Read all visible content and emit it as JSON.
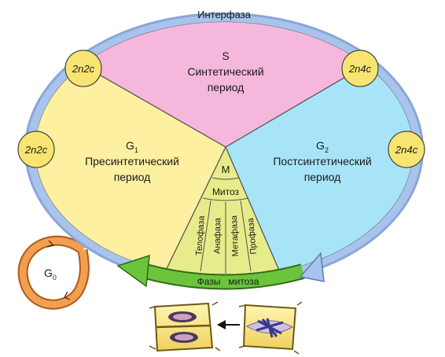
{
  "interphase_label": "Интерфаза",
  "s_phase": {
    "letter": "S",
    "line1": "Синтетический",
    "line2": "период"
  },
  "g1_phase": {
    "letter": "G",
    "sub": "1",
    "line1": "Пресинтетический",
    "line2": "период"
  },
  "g2_phase": {
    "letter": "G",
    "sub": "2",
    "line1": "Постсинтетический",
    "line2": "период"
  },
  "mitosis": {
    "letter": "M",
    "label": "Митоз",
    "phases_label": "Фазы   митоза",
    "phases": [
      "Телофаза",
      "Анафаза",
      "Метафаза",
      "Профаза"
    ]
  },
  "g0": {
    "letter": "G",
    "sub": "0"
  },
  "chromosome_sets": {
    "top_left": "2n2c",
    "mid_left": "2n2c",
    "top_right": "2n4c",
    "mid_right": "2n4c"
  },
  "colors": {
    "interphase_ring": "#a8c4ec",
    "s": "#f5b8dc",
    "g1": "#fdf0a0",
    "g2": "#a8e4f8",
    "mitosis": "#e6ec8a",
    "green_arrow": "#6cc43c",
    "orange_loop": "#f0a050",
    "circle": "#f8e470"
  }
}
